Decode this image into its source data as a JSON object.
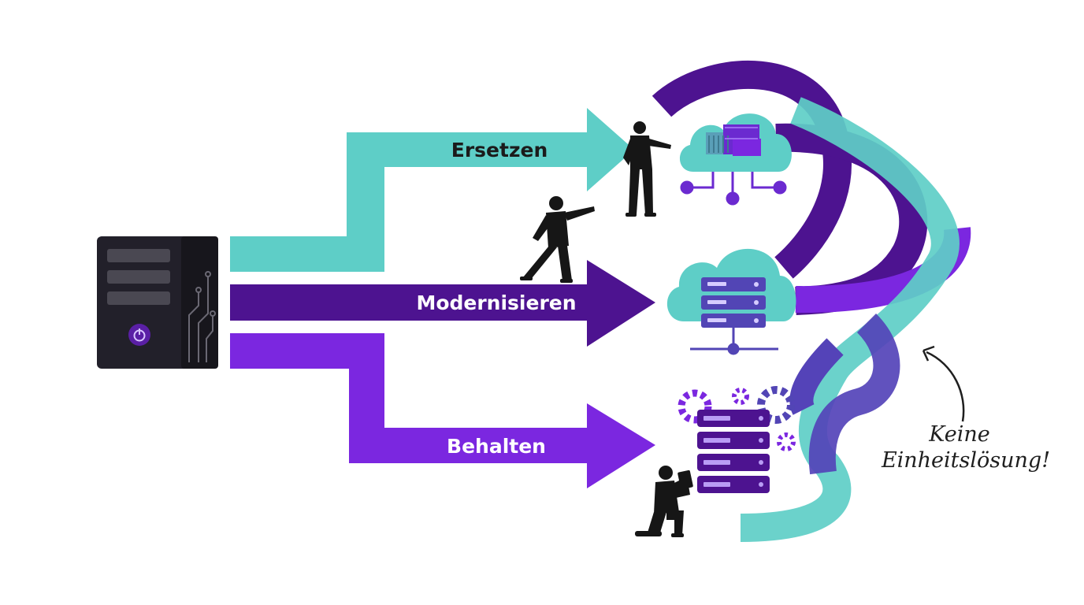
{
  "routes": {
    "replace": {
      "label": "Ersetzen"
    },
    "modernize": {
      "label": "Modernisieren"
    },
    "keep": {
      "label": "Behalten"
    }
  },
  "note": {
    "line1": "Keine",
    "line2": "Einheitslösung!"
  },
  "colors": {
    "teal": "#5ecec7",
    "dark_purple": "#4d1390",
    "violet": "#7b27e0",
    "server_body": "#22202a",
    "server_slot": "#4a4852",
    "label_dark": "#1b1b1b",
    "label_light": "#ffffff"
  },
  "icons": {
    "legacy": "legacy-server-icon",
    "cloud_containers": "cloud-container-icon",
    "cloud_servers": "cloud-server-rack-icon",
    "server_gears": "server-gears-icon"
  }
}
